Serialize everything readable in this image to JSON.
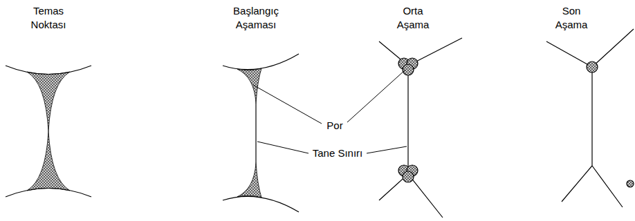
{
  "diagram": {
    "labels": [
      "Temas Noktası",
      "Başlangıç Aşaması",
      "Orta Aşama",
      "Son Aşama",
      "Por",
      "Tane Sınırı"
    ]
  }
}
